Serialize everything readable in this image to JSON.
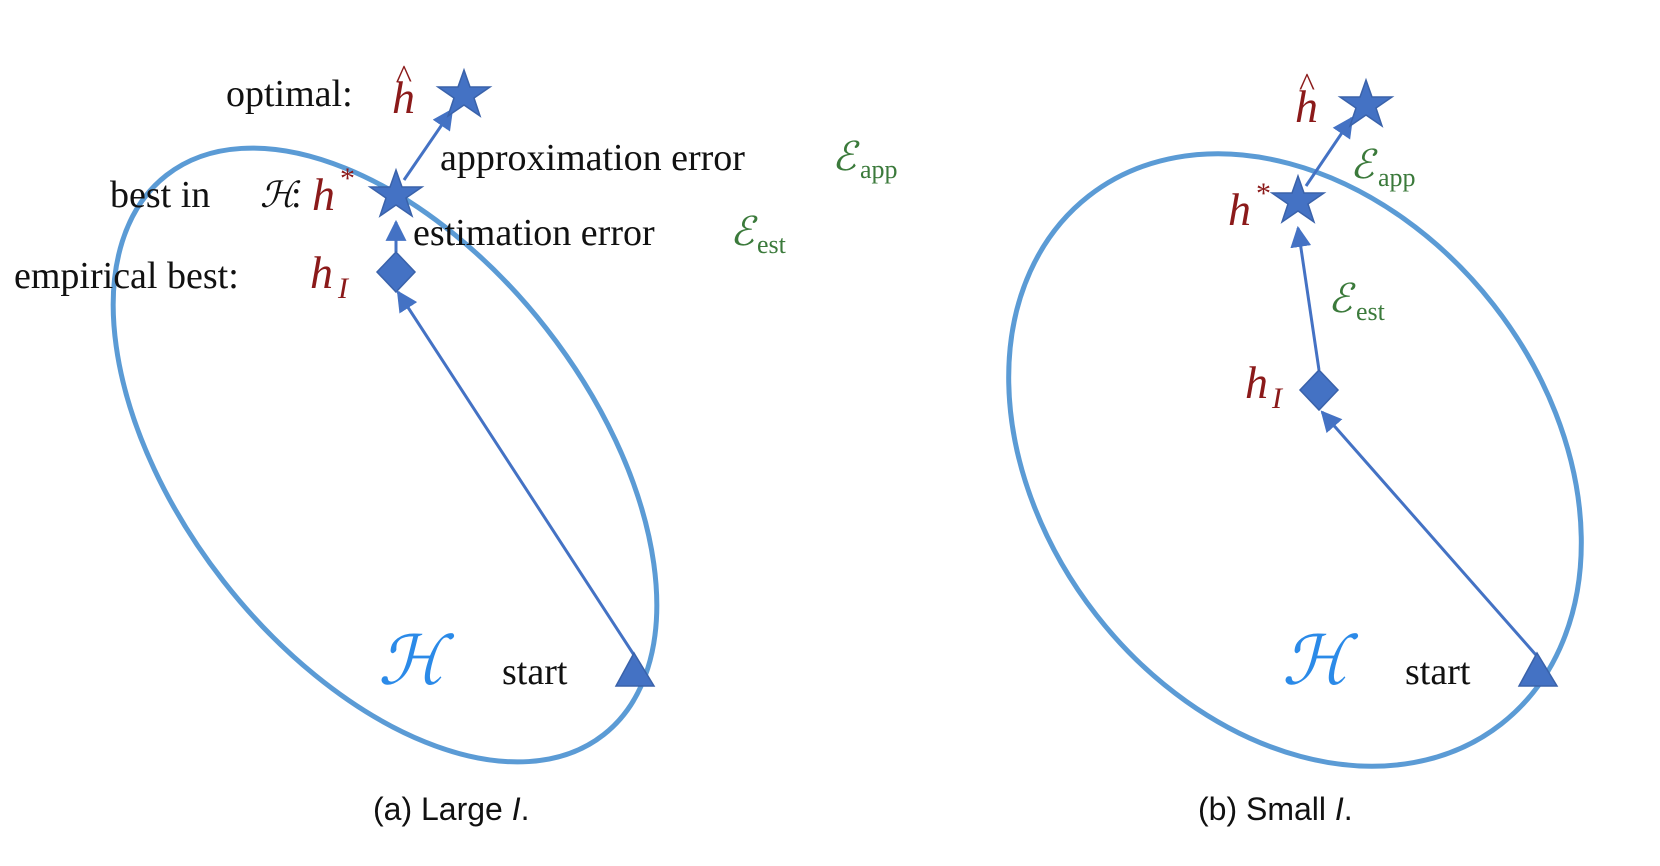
{
  "panel_a": {
    "optimal_label": "optimal:",
    "best_label": "best in",
    "best_set": "ℋ",
    "best_colon": ":",
    "empirical_label": "empirical best:",
    "approx_label": "approximation error",
    "est_label": "estimation error",
    "h_hat": "h",
    "h_hat_mark": "^",
    "h_star": "h",
    "star_mark": "*",
    "h_I": "h",
    "I_sub": "I",
    "eps": "ℰ",
    "app_sub": "app",
    "est_sub": "est",
    "set_label": "ℋ",
    "start_label": "start",
    "caption_prefix": "(a)  Large ",
    "caption_var": "I",
    "caption_suffix": "."
  },
  "panel_b": {
    "h_hat": "h",
    "h_hat_mark": "^",
    "h_star": "h",
    "star_mark": "*",
    "h_I": "h",
    "I_sub": "I",
    "eps": "ℰ",
    "app_sub": "app",
    "est_sub": "est",
    "set_label": "ℋ",
    "start_label": "start",
    "caption_prefix": "(b)  Small ",
    "caption_var": "I",
    "caption_suffix": "."
  },
  "colors": {
    "ellipse": "#5B9BD5",
    "marker": "#4472C4",
    "red_math": "#8B1A1A",
    "green_math": "#3B7A3B",
    "set_blue": "#2B8AE8"
  }
}
